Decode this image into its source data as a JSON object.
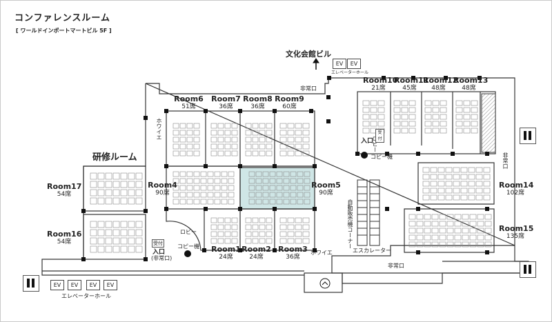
{
  "title": "コンファレンスルーム",
  "subtitle": "[ ワールドインポートマートビル 5F ]",
  "labels": {
    "bunka_kaikan": "文化会館ビル",
    "ev": "EV",
    "elevator_hall": "エレベーターホール",
    "hijoguchi": "非常口",
    "hoyer": "ホワイエ",
    "training_room": "研修ルーム",
    "lobby": "ロビー",
    "copier": "コピー機",
    "reception": "受付",
    "entrance": "入口",
    "entrance_emergency": "(非常口)",
    "vending_corner": "自動販売機コーナー",
    "escalator": "エスカレーター"
  },
  "rooms": [
    {
      "id": "room6",
      "name": "Room6",
      "seats": "51席"
    },
    {
      "id": "room7",
      "name": "Room7",
      "seats": "36席"
    },
    {
      "id": "room8",
      "name": "Room8",
      "seats": "36席"
    },
    {
      "id": "room9",
      "name": "Room9",
      "seats": "60席"
    },
    {
      "id": "room4",
      "name": "Room4",
      "seats": "90席"
    },
    {
      "id": "room5",
      "name": "Room5",
      "seats": "90席"
    },
    {
      "id": "room1",
      "name": "Room1",
      "seats": "24席"
    },
    {
      "id": "room2",
      "name": "Room2",
      "seats": "24席"
    },
    {
      "id": "room3",
      "name": "Room3",
      "seats": "36席"
    },
    {
      "id": "room17",
      "name": "Room17",
      "seats": "54席"
    },
    {
      "id": "room16",
      "name": "Room16",
      "seats": "54席"
    },
    {
      "id": "room10",
      "name": "Room10",
      "seats": "21席"
    },
    {
      "id": "room11",
      "name": "Room11",
      "seats": "45席"
    },
    {
      "id": "room12",
      "name": "Room12",
      "seats": "48席"
    },
    {
      "id": "room13",
      "name": "Room13",
      "seats": "48席"
    },
    {
      "id": "room14",
      "name": "Room14",
      "seats": "102席"
    },
    {
      "id": "room15",
      "name": "Room15",
      "seats": "135席"
    }
  ],
  "colors": {
    "highlight": "#cfe6e6",
    "wall": "#333333",
    "pillar": "#111111",
    "hatch": "#9a9a9a"
  }
}
